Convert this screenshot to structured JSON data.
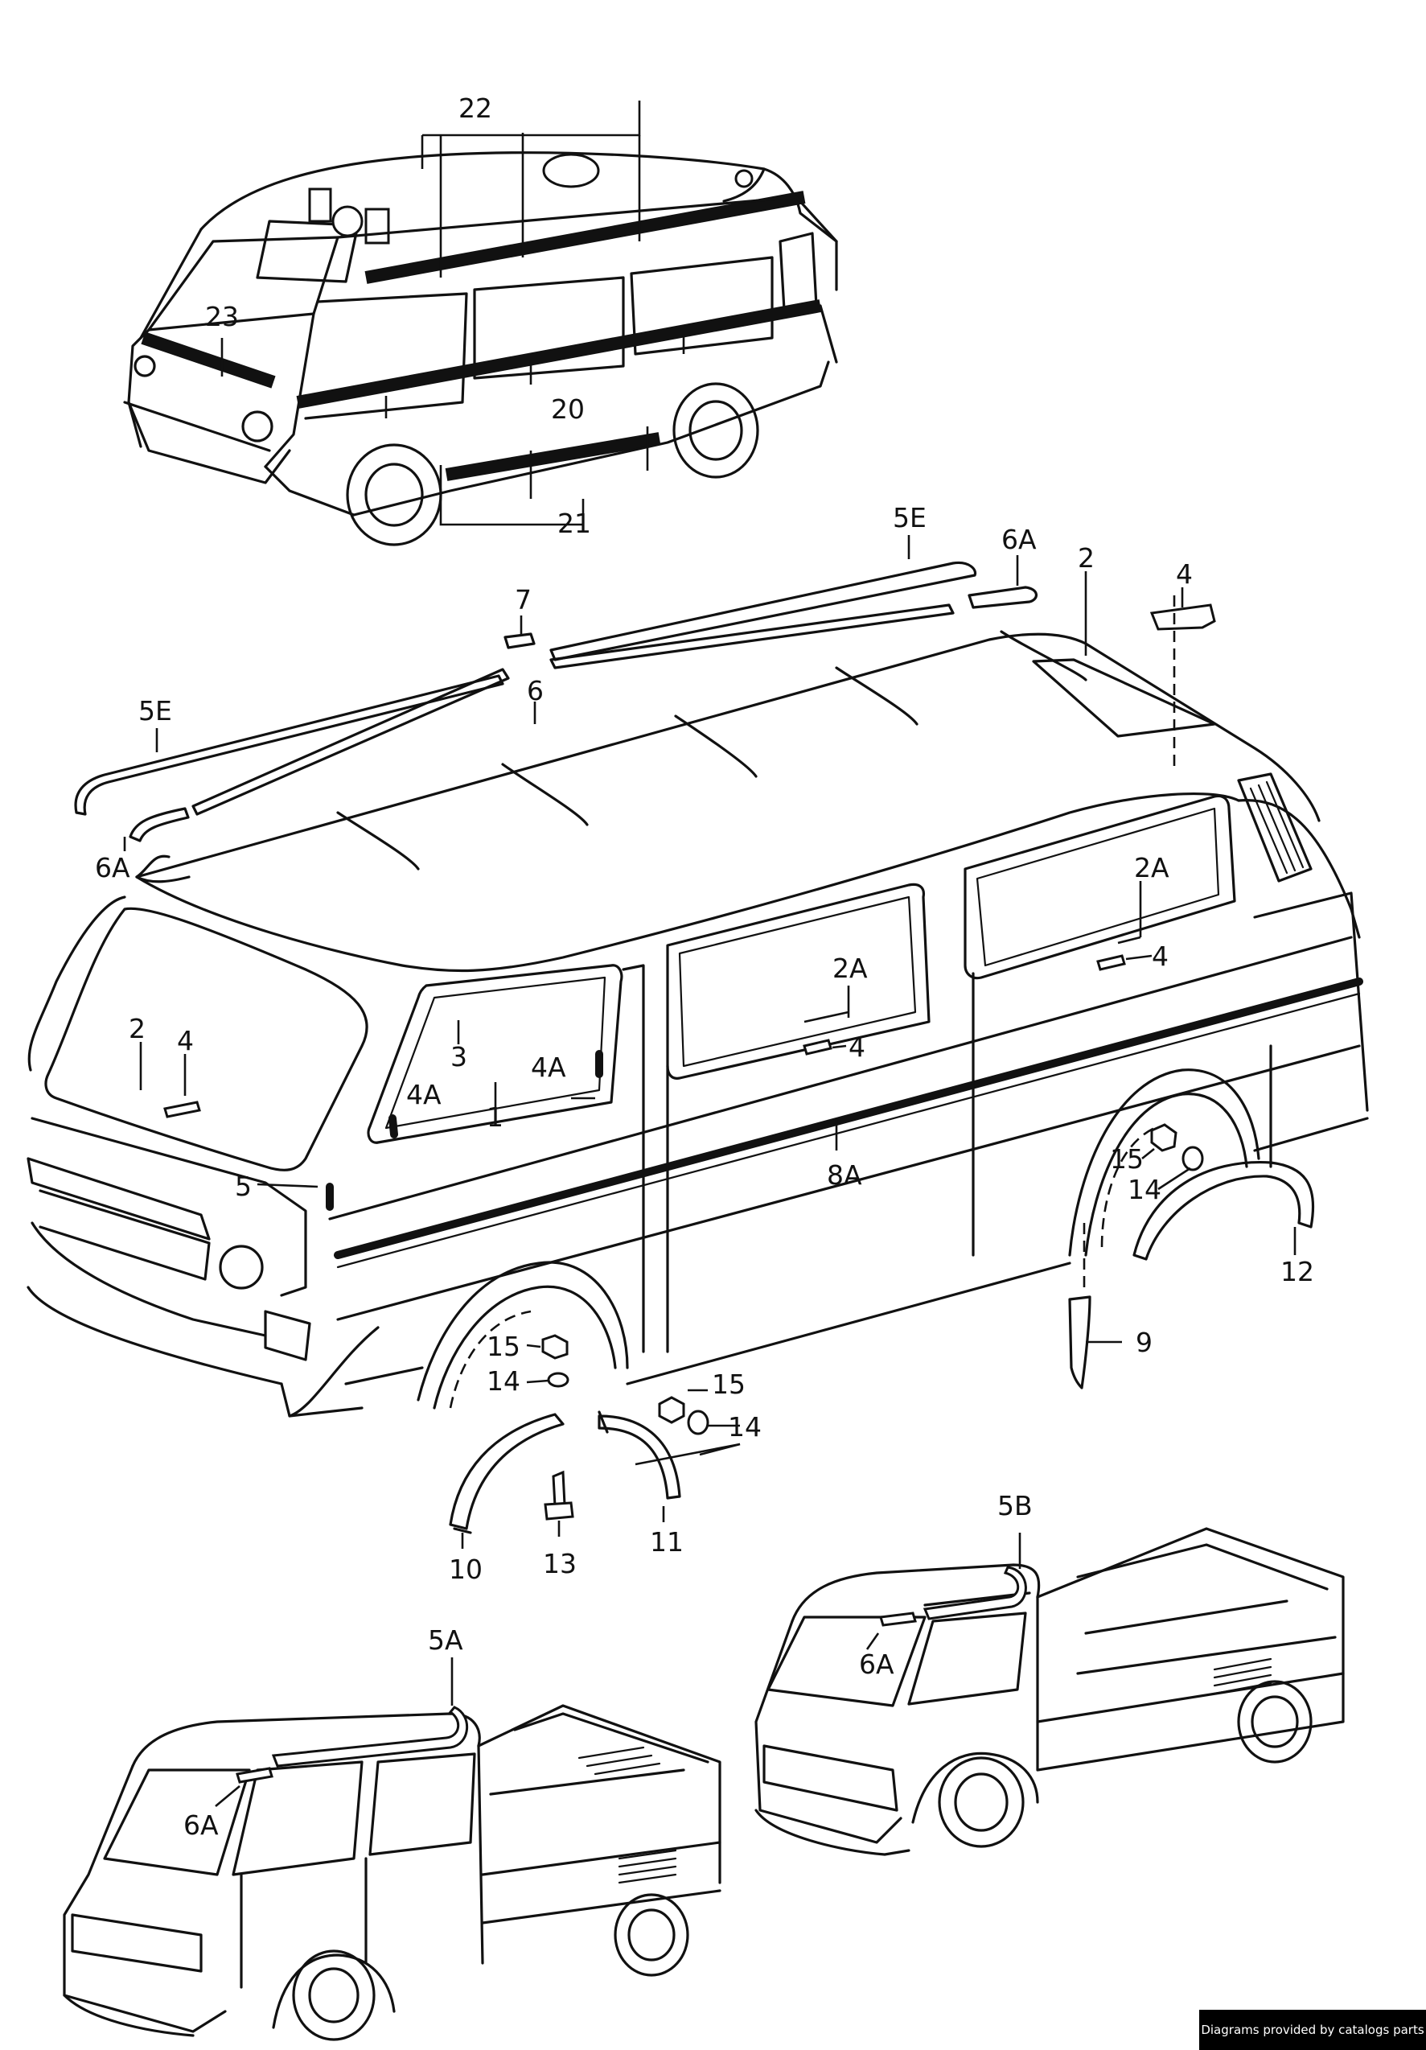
{
  "labels": {
    "l22": "22",
    "l23": "23",
    "l20": "20",
    "l21": "21",
    "l5E_a": "5E",
    "l6A_a": "6A",
    "l2_a": "2",
    "l4_a": "4",
    "l7": "7",
    "l6": "6",
    "l5E_b": "5E",
    "l6A_b": "6A",
    "l2A_a": "2A",
    "l4_b": "4",
    "l2A_b": "2A",
    "l4_c": "4",
    "l2_b": "2",
    "l4_d": "4",
    "l3": "3",
    "l4A_a": "4A",
    "l1": "1",
    "l4A_b": "4A",
    "l5": "5",
    "l8A": "8A",
    "l15_a": "15",
    "l14_a": "14",
    "l12": "12",
    "l9": "9",
    "l15_b": "15",
    "l14_b": "14",
    "l15_c": "15",
    "l14_c": "14",
    "l11": "11",
    "l10": "10",
    "l13": "13",
    "l5B": "5B",
    "l6A_c": "6A",
    "l5A": "5A",
    "l6A_d": "6A"
  },
  "credit": "Diagrams provided by catalogs parts"
}
